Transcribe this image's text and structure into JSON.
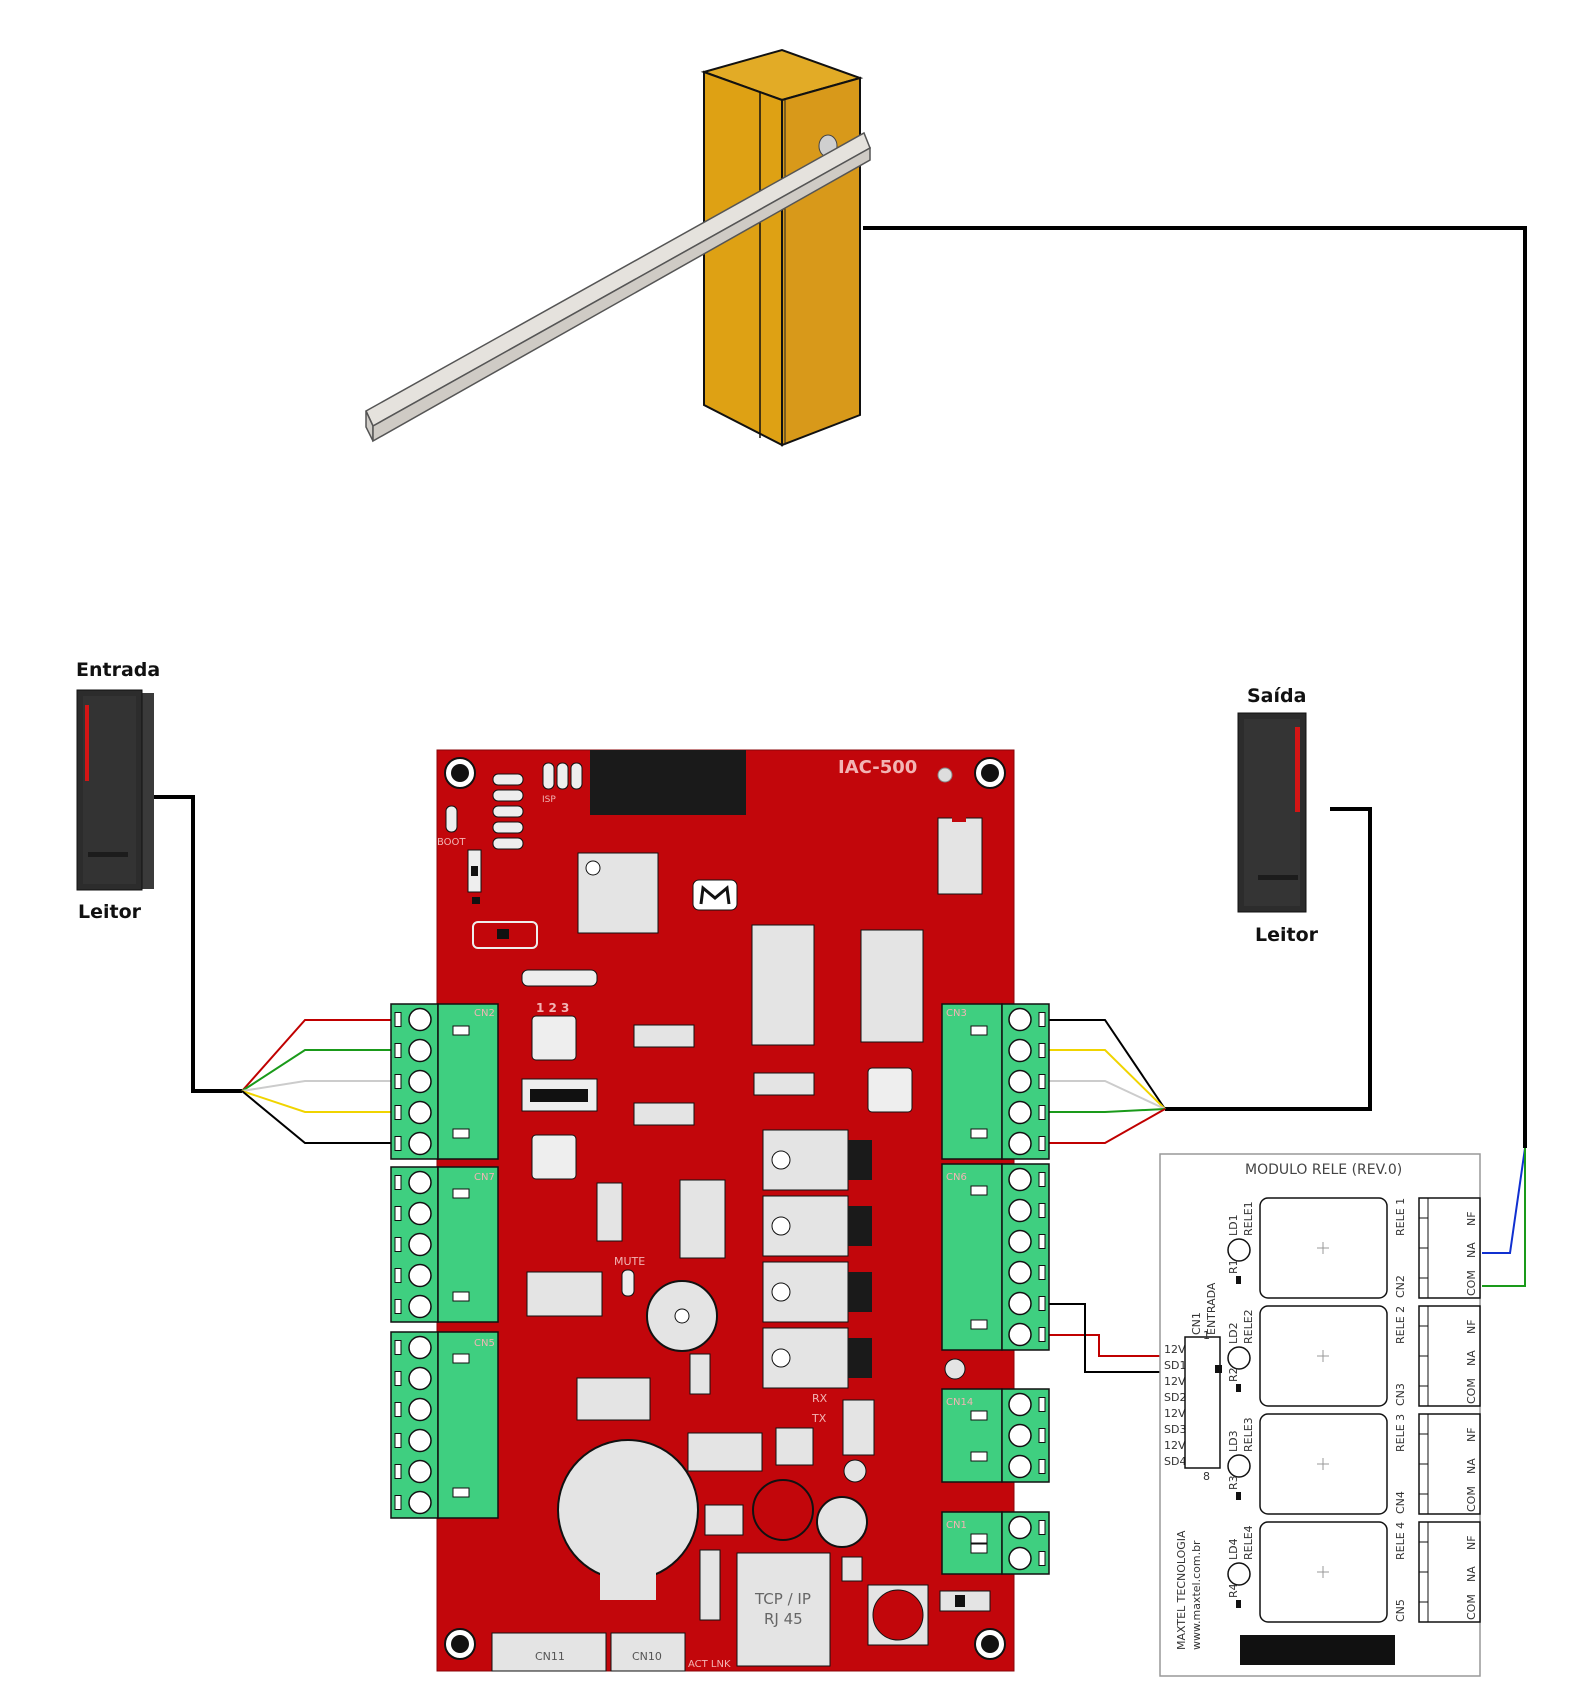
{
  "labels": {
    "entrada": "Entrada",
    "saida": "Saída",
    "leitor_left": "Leitor",
    "leitor_right": "Leitor"
  },
  "board": {
    "model": "IAC-500",
    "cn_left": [
      "CN2",
      "CN7",
      "CN5"
    ],
    "cn_right": [
      "CN3",
      "CN6",
      "CN14",
      "CN1"
    ],
    "cn_bottom": [
      "CN11",
      "CN10"
    ],
    "tcp_line1": "TCP / IP",
    "tcp_line2": "RJ 45",
    "rx": "RX",
    "tx": "TX",
    "act_lnk": "ACT LNK",
    "jumpers": "1 2 3",
    "boot": "BOOT",
    "isp": "ISP",
    "mute": "MUTE"
  },
  "relay_module": {
    "title": "MODULO RELE (REV.0)",
    "cn1": "CN1",
    "entrada": "ENTRADA",
    "pin_first": "1",
    "pin_last": "8",
    "inputs": [
      "12V",
      "SD1",
      "12V",
      "SD2",
      "12V",
      "SD3",
      "12V",
      "SD4"
    ],
    "relays": [
      {
        "name": "RELE 1",
        "led": "LD1",
        "res": "R1",
        "cn": "CN2"
      },
      {
        "name": "RELE 2",
        "led": "LD2",
        "res": "R2",
        "cn": "CN3"
      },
      {
        "name": "RELE 3",
        "led": "LD3",
        "res": "R3",
        "cn": "CN4"
      },
      {
        "name": "RELE 4",
        "led": "LD4",
        "res": "R4",
        "cn": "CN5"
      }
    ],
    "contacts": [
      "NF",
      "NA",
      "COM"
    ],
    "maker": "MAXTEL TECNOLOGIA",
    "url": "www.maxtel.com.br"
  },
  "colors": {
    "pcb_red": "#c2060b",
    "terminal_green": "#3fcf80",
    "barrier_yellow": "#dea114",
    "wire_red": "#c00000",
    "wire_green": "#1a9a1a",
    "wire_gray": "#cccccc",
    "wire_yellow": "#f0d400",
    "wire_black": "#000000",
    "wire_blue": "#1030d0"
  }
}
